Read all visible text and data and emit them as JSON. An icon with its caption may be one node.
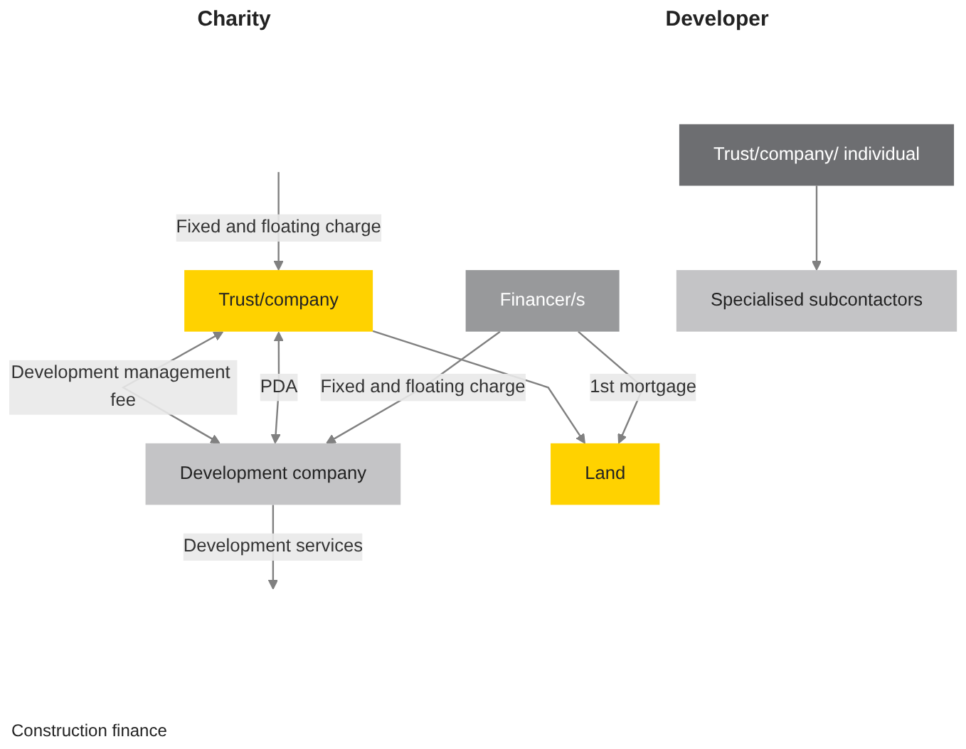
{
  "diagram": {
    "nodes": [
      {
        "text": [
          "Trust/company"
        ]
      },
      {
        "text": [
          "Trust/company/ individual"
        ]
      },
      {
        "text": [
          "Development company"
        ]
      },
      {
        "text": [
          "Land"
        ]
      },
      {
        "text": [
          "Financer/s"
        ]
      },
      {
        "text": [
          "Specialised subcontactors"
        ]
      }
    ],
    "edges": [
      {
        "from": null,
        "to": 0,
        "arrow": "to",
        "label": "Fixed and floating charge"
      },
      {
        "from": 0,
        "to": 2,
        "arrow": "both",
        "label": "Development management fee"
      },
      {
        "from": 0,
        "to": 2,
        "arrow": "both",
        "label": "PDA"
      },
      {
        "from": 2,
        "to": null,
        "arrow": "to",
        "label": "Development services"
      },
      {
        "from": 0,
        "to": 3,
        "arrow": "to"
      },
      {
        "from": 1,
        "to": 5,
        "arrow": "to"
      },
      {
        "from": 4,
        "to": 2,
        "arrow": "to",
        "label": "Fixed and floating charge"
      },
      {
        "from": 4,
        "to": 3,
        "arrow": "to",
        "label": "1st mortgage"
      }
    ],
    "labels": [
      "Charity",
      "Developer",
      "Construction finance"
    ]
  }
}
